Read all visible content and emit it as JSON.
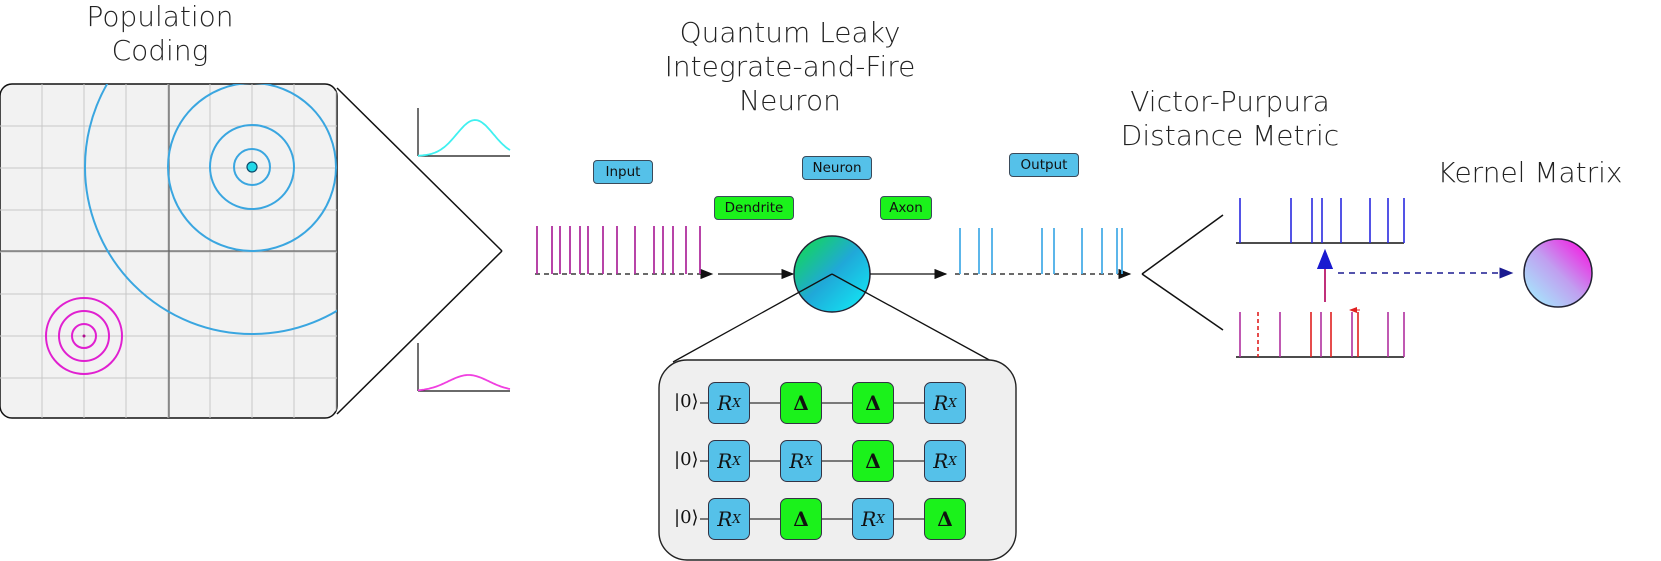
{
  "titles": {
    "population_coding": "Population\nCoding",
    "qlif_neuron": "Quantum Leaky\nIntegrate-and-Fire\nNeuron",
    "victor_purpura": "Victor-Purpura\nDistance Metric",
    "kernel_matrix": "Kernel Matrix"
  },
  "tags": {
    "input": "Input",
    "neuron": "Neuron",
    "output": "Output",
    "dendrite": "Dendrite",
    "axon": "Axon"
  },
  "circuit": {
    "ket_label": "|0⟩",
    "rx_main": "R",
    "rx_sub": "X",
    "delta": "Δ",
    "rows": [
      [
        "RX",
        "Delta",
        "Delta",
        "RX"
      ],
      [
        "RX",
        "RX",
        "Delta",
        "RX"
      ],
      [
        "RX",
        "Delta",
        "RX",
        "Delta"
      ]
    ]
  },
  "colors": {
    "magenta": "#b0309e",
    "cyan_spike": "#4aaee8",
    "ring_blue": "#3aa6e0",
    "ring_magenta": "#e020d0",
    "gaussian_cyan": "#40f0f0",
    "gaussian_magenta": "#f040e0",
    "vp_blue": "#1a1ad0",
    "vp_red": "#e02020",
    "green_tag": "#1bf21b",
    "blue_tag": "#55c1e9"
  },
  "spike_trains": {
    "input_spikes": 14,
    "output_spikes": 10,
    "vp_top_spikes": 9,
    "vp_bottom_spikes": 10
  }
}
